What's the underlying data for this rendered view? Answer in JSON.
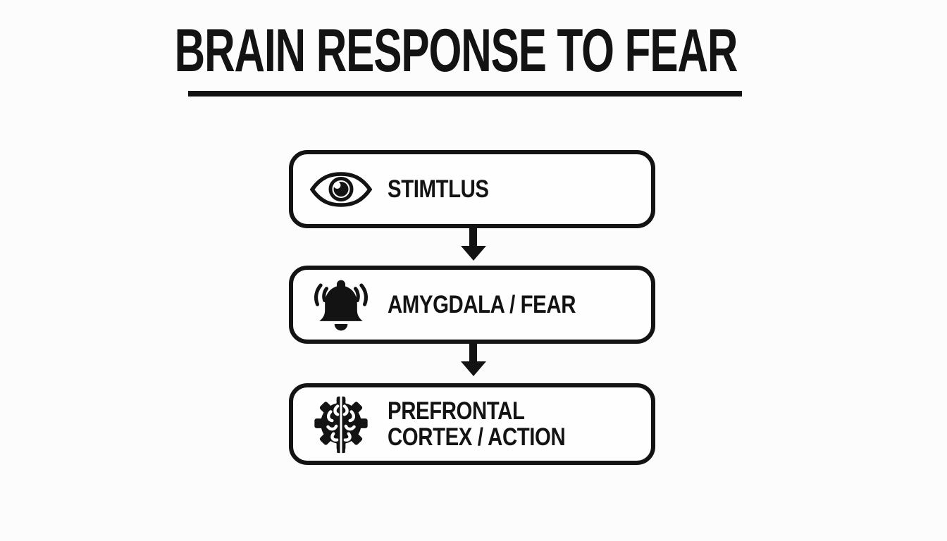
{
  "title": {
    "text": "BRAIN RESPONSE TO FEAR"
  },
  "flow": {
    "steps": [
      {
        "id": "stimulus",
        "label": "STIMTLUS",
        "icon": "eye-icon"
      },
      {
        "id": "amygdala",
        "label": "AMYGDALA / FEAR",
        "icon": "bell-icon"
      },
      {
        "id": "prefrontal",
        "label": "PREFRONTAL CORTEX / ACTION",
        "icon": "brain-gear-icon"
      }
    ],
    "connector": "down-arrow"
  },
  "colors": {
    "ink": "#131313",
    "background": "#fcfcfd",
    "box_fill": "#fefefe"
  }
}
